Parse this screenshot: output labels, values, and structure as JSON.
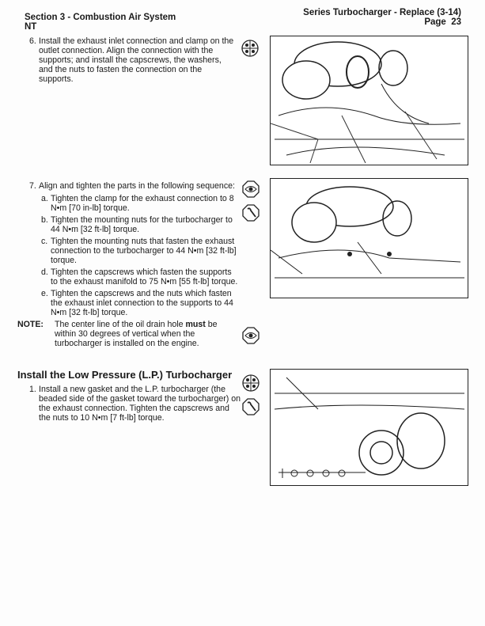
{
  "header": {
    "section": "Section 3 - Combustion Air System",
    "engine": "NT",
    "title": "Series Turbocharger - Replace (3-14)",
    "page": "Page  23"
  },
  "step6": {
    "num": "6.",
    "text": "Install the exhaust inlet connection and clamp on the outlet connection. Align the connection with the supports; and install the capscrews, the washers, and the nuts to fasten the connection on the supports."
  },
  "step7": {
    "num": "7.",
    "text": "Align and tighten the parts in the following sequence:",
    "items": [
      {
        "num": "a.",
        "text": "Tighten the clamp for the exhaust connection to 8 N•m [70 in-lb] torque."
      },
      {
        "num": "b.",
        "text": "Tighten the mounting nuts for the turbocharger to 44 N•m [32 ft-lb] torque."
      },
      {
        "num": "c.",
        "text": "Tighten the mounting nuts that fasten the exhaust connection to the turbocharger to 44 N•m [32 ft-lb] torque."
      },
      {
        "num": "d.",
        "text": "Tighten the capscrews which fasten the supports to the exhaust manifold to 75 N•m [55 ft-lb] torque."
      },
      {
        "num": "e.",
        "text": "Tighten the capscrews and the nuts which fasten the exhaust inlet connection to the supports to 44 N•m [32 ft-lb] torque."
      }
    ]
  },
  "note": {
    "label": "NOTE:",
    "pre": "The center line of the oil drain hole ",
    "bold": "must",
    "post": " be within 30 degrees of vertical when the turbocharger is installed on the engine."
  },
  "lp_section": {
    "heading": "Install the Low Pressure (L.P.) Turbocharger",
    "step1": {
      "num": "1.",
      "text": "Install a new gasket and the L.P. turbocharger (the beaded side of the gasket toward the turbocharger) on the exhaust connection. Tighten the capscrews and the nuts to 10 N•m [7 ft-lb] torque."
    }
  },
  "icons": [
    "tool-group-icon",
    "eye-inspect-icon",
    "wrench-torque-icon"
  ]
}
